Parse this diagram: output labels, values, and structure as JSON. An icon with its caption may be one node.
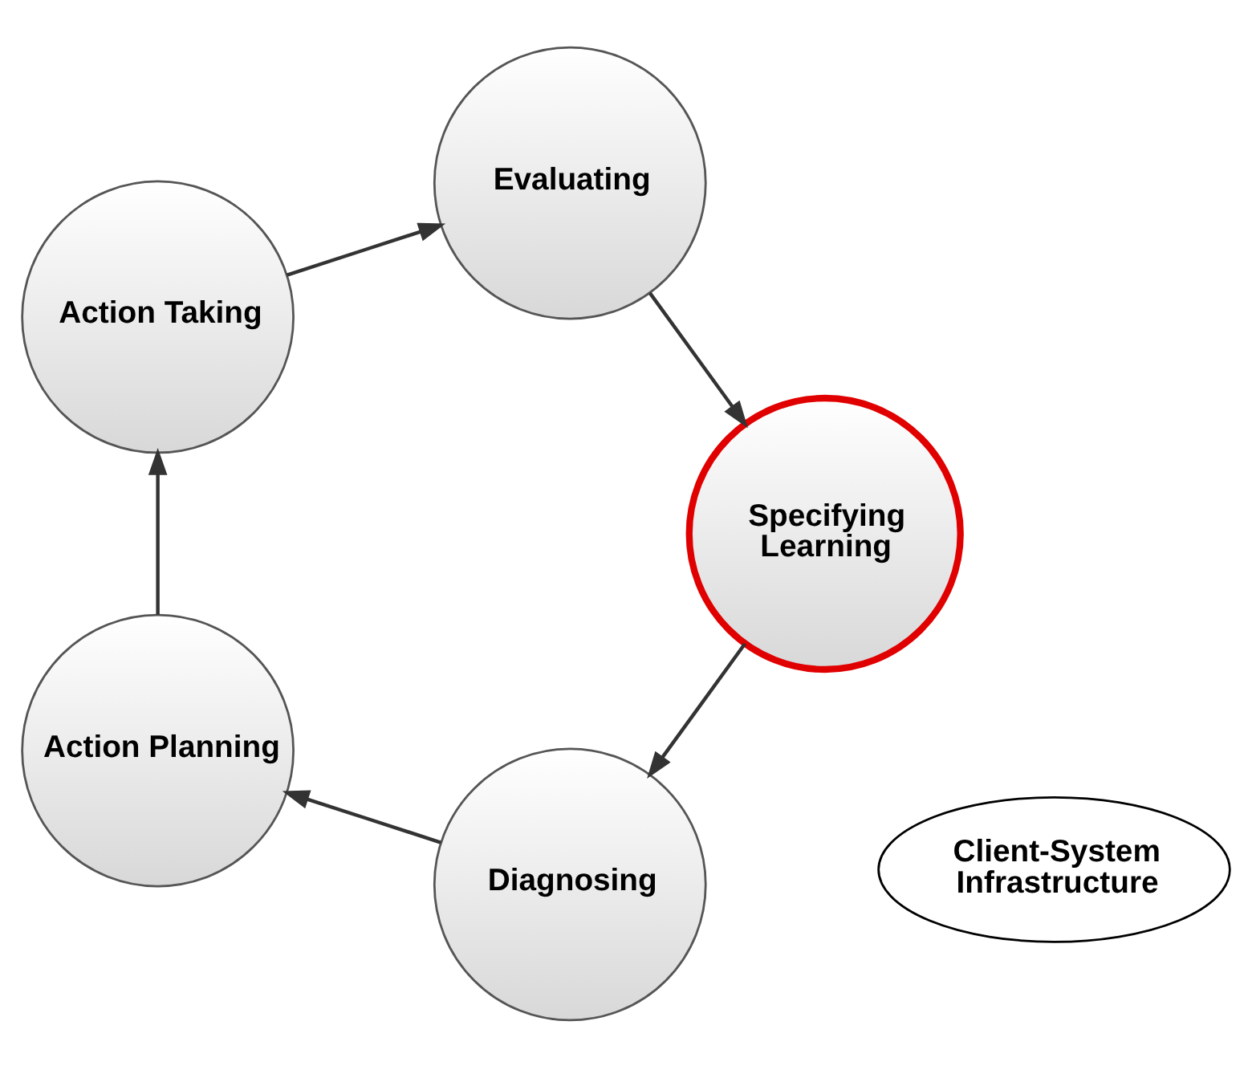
{
  "diagram": {
    "nodes": [
      {
        "text": [
          "Diagnosing"
        ]
      },
      {
        "text": [
          "Action Planning"
        ]
      },
      {
        "text": [
          "Action Taking"
        ]
      },
      {
        "text": [
          "Evaluating"
        ]
      },
      {
        "text": [
          "Specifying Learning"
        ]
      },
      {
        "text": [
          "Client-System Infrastructure"
        ]
      }
    ],
    "edges": [
      {
        "from": 4,
        "to": 0,
        "arrow": "to"
      },
      {
        "from": 0,
        "to": 1,
        "arrow": "to"
      },
      {
        "from": 1,
        "to": 2,
        "arrow": "to"
      },
      {
        "from": 2,
        "to": 3,
        "arrow": "to"
      },
      {
        "from": 3,
        "to": 4,
        "arrow": "to"
      }
    ]
  }
}
